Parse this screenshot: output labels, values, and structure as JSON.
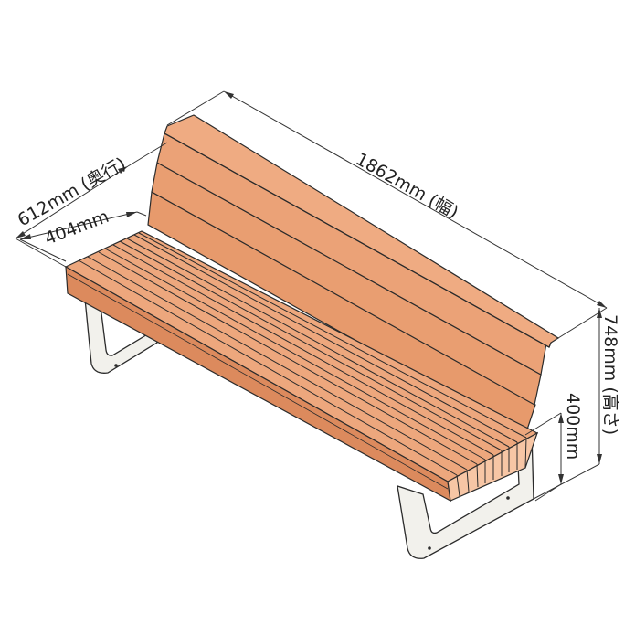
{
  "dimensions": {
    "width_label": "1862mm (幅)",
    "depth_total_label": "612mm (奥行)",
    "depth_seat_label": "404mm",
    "height_total_label": "748mm (高さ)",
    "seat_height_label": "400mm"
  },
  "colors": {
    "wood_top": "#efab82",
    "wood_front": "#dc8a5d",
    "wood_end": "#f7c6a5",
    "metal": "#f2f1ec",
    "outline": "#2b2b2b",
    "dimension_line": "#333333"
  }
}
